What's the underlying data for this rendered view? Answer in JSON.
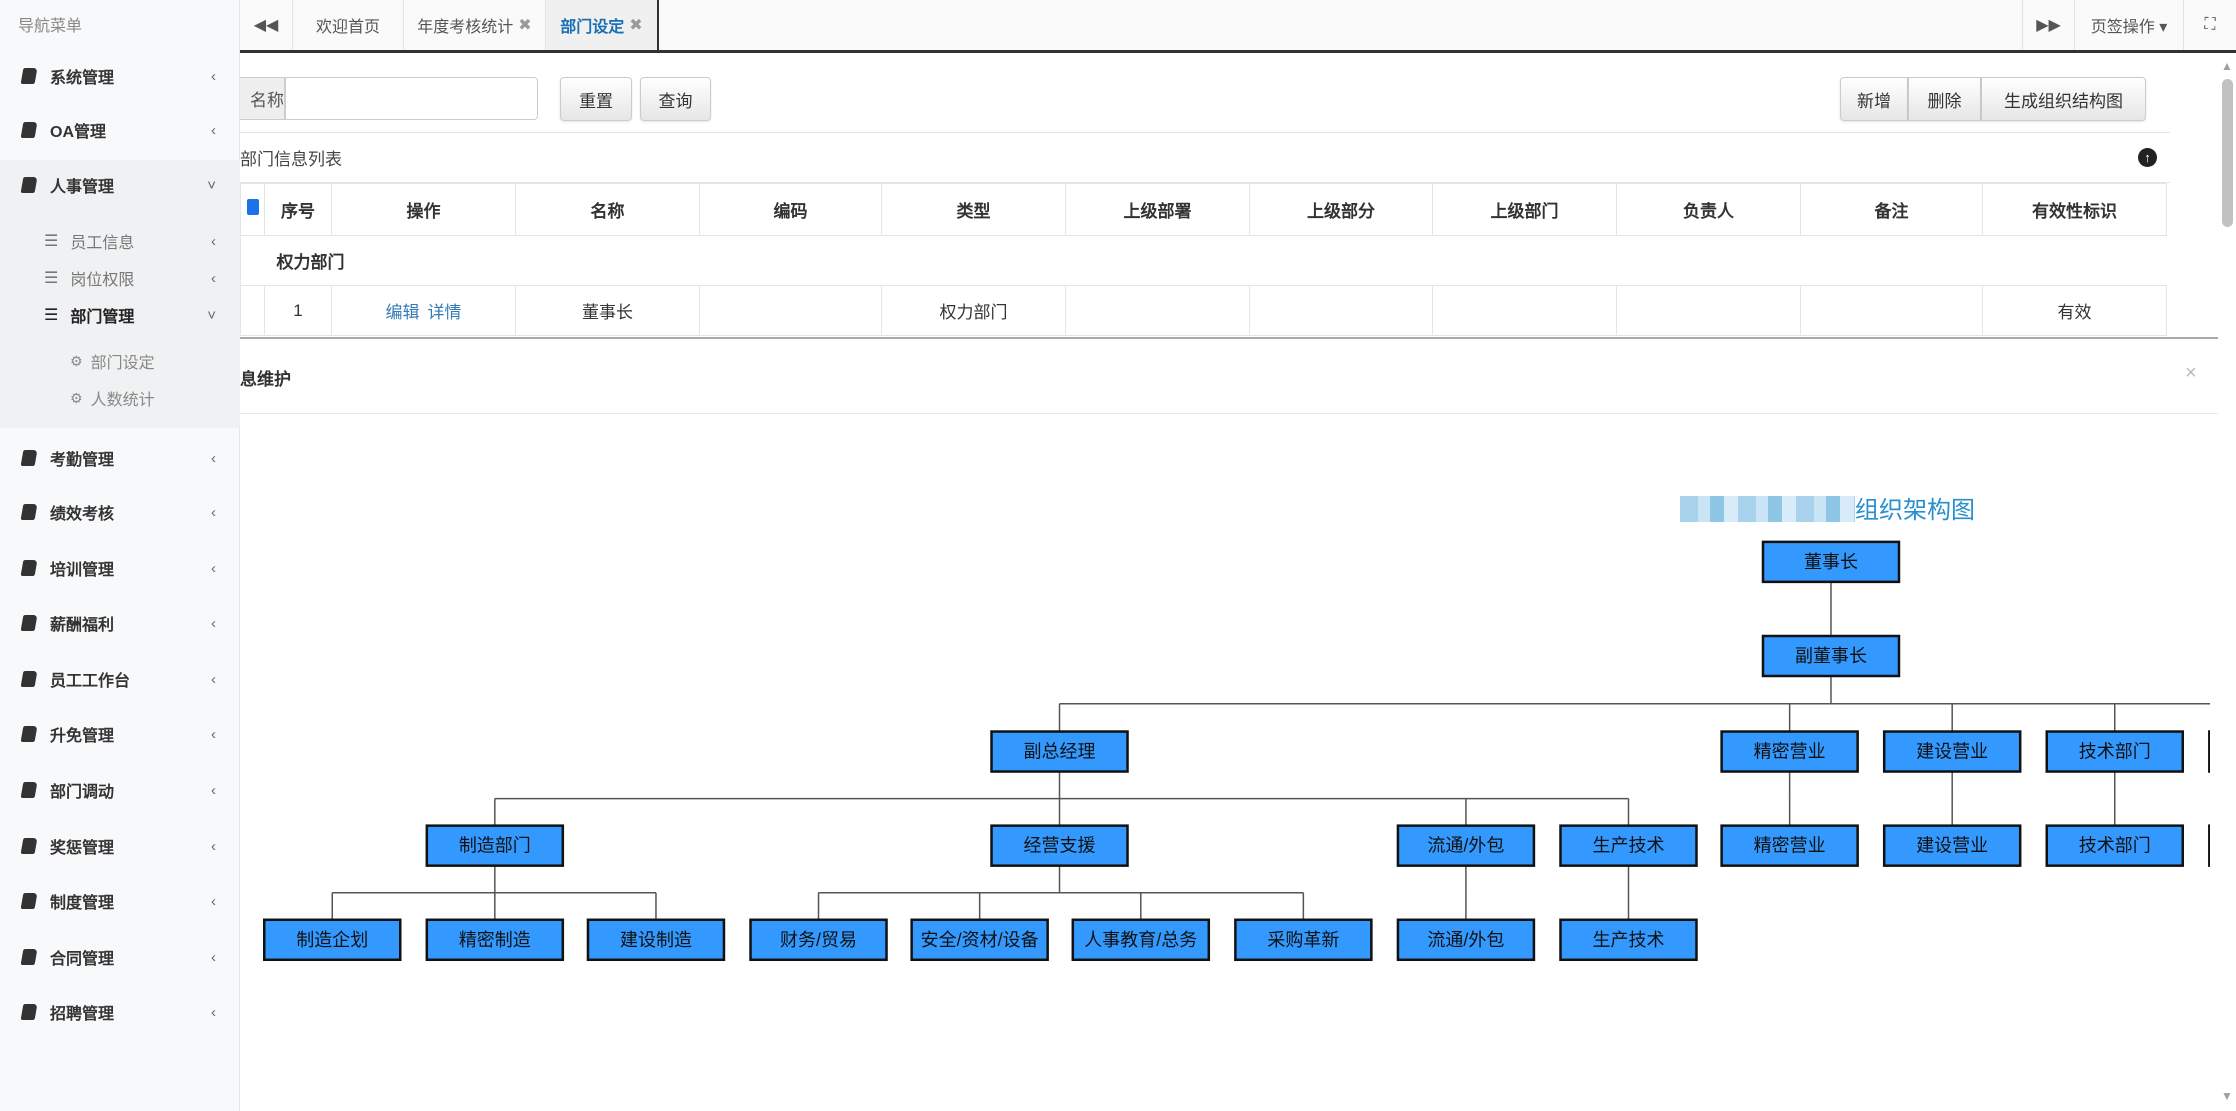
{
  "sidebar": {
    "title": "导航菜单",
    "items": [
      {
        "label": "系统管理",
        "arrow": "‹"
      },
      {
        "label": "OA管理",
        "arrow": "‹"
      },
      {
        "label": "人事管理",
        "arrow": "˅"
      },
      {
        "label": "考勤管理",
        "arrow": "‹"
      },
      {
        "label": "绩效考核",
        "arrow": "‹"
      },
      {
        "label": "培训管理",
        "arrow": "‹"
      },
      {
        "label": "薪酬福利",
        "arrow": "‹"
      },
      {
        "label": "员工工作台",
        "arrow": "‹"
      },
      {
        "label": "升免管理",
        "arrow": "‹"
      },
      {
        "label": "部门调动",
        "arrow": "‹"
      },
      {
        "label": "奖惩管理",
        "arrow": "‹"
      },
      {
        "label": "制度管理",
        "arrow": "‹"
      },
      {
        "label": "合同管理",
        "arrow": "‹"
      },
      {
        "label": "招聘管理",
        "arrow": "‹"
      }
    ],
    "sub_items": [
      {
        "label": "员工信息",
        "arrow": "‹"
      },
      {
        "label": "岗位权限",
        "arrow": "‹"
      },
      {
        "label": "部门管理",
        "arrow": "˅"
      }
    ],
    "sub_sub_items": [
      {
        "label": "部门设定"
      },
      {
        "label": "人数统计"
      }
    ]
  },
  "tabs": {
    "items": [
      {
        "label": "欢迎首页"
      },
      {
        "label": "年度考核统计",
        "close": "✖"
      },
      {
        "label": "部门设定",
        "close": "✖"
      }
    ],
    "active": "部门设定",
    "tab_ops": "页签操作 ▾"
  },
  "search": {
    "label": "名称",
    "value": "",
    "reset": "重置",
    "query": "查询"
  },
  "toolbar": {
    "add": "新增",
    "delete": "删除",
    "generate": "生成组织结构图"
  },
  "list": {
    "title": "部门信息列表",
    "columns": [
      "序号",
      "操作",
      "名称",
      "编码",
      "类型",
      "上级部署",
      "上级部分",
      "上级部门",
      "负责人",
      "备注",
      "有效性标识"
    ],
    "group": "权力部门",
    "rows": [
      {
        "index": "1",
        "edit": "编辑",
        "detail": "详情",
        "name": "董事长",
        "code": "",
        "type": "权力部门",
        "p1": "",
        "p2": "",
        "p3": "",
        "owner": "",
        "note": "",
        "valid": "有效"
      }
    ]
  },
  "panel": {
    "title": "息维护",
    "close": "×"
  },
  "org_chart": {
    "title": "组织架构图",
    "box_color": "#3399ff",
    "root": {
      "label": "董事长",
      "children": [
        {
          "label": "副董事长",
          "children": [
            {
              "label": "副总经理",
              "children": [
                {
                  "label": "制造部门",
                  "children": [
                    {
                      "label": "制造企划"
                    },
                    {
                      "label": "精密制造"
                    },
                    {
                      "label": "建设制造"
                    }
                  ]
                },
                {
                  "label": "经营支援",
                  "children": [
                    {
                      "label": "财务/贸易"
                    },
                    {
                      "label": "安全/资材/设备"
                    },
                    {
                      "label": "人事教育/总务"
                    },
                    {
                      "label": "采购革新"
                    }
                  ]
                },
                {
                  "label": "流通/外包",
                  "children": [
                    {
                      "label": "流通/外包"
                    }
                  ]
                },
                {
                  "label": "生产技术",
                  "children": [
                    {
                      "label": "生产技术"
                    }
                  ]
                }
              ]
            },
            {
              "label": "精密营业",
              "children": [
                {
                  "label": "精密营业"
                }
              ]
            },
            {
              "label": "建设营业",
              "children": [
                {
                  "label": "建设营业"
                }
              ]
            },
            {
              "label": "技术部门",
              "children": [
                {
                  "label": "技术部门"
                }
              ]
            },
            {
              "label": "",
              "children": [
                {
                  "label": ""
                }
              ]
            }
          ]
        }
      ]
    }
  }
}
